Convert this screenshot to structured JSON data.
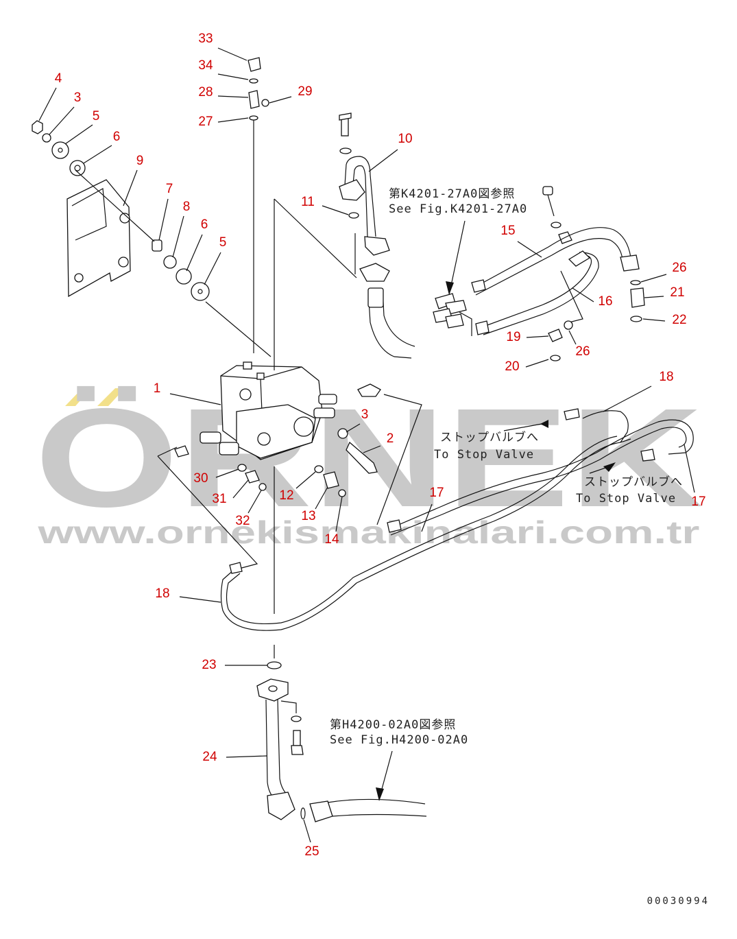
{
  "watermark": {
    "brand": "ÖRNEK",
    "url": "www.ornekismakinalari.com.tr",
    "color": "#c9c9c9",
    "accent_color": "#f2e08a"
  },
  "callout_color": "#d00000",
  "document_id": "00030994",
  "references": [
    {
      "jp": "第K4201-27A0図参照",
      "en": "See Fig.K4201-27A0"
    },
    {
      "jp": "第H4200-02A0図参照",
      "en": "See Fig.H4200-02A0"
    }
  ],
  "destinations": [
    {
      "jp": "ストップバルブへ",
      "en": "To Stop Valve"
    },
    {
      "jp": "ストップバルブへ",
      "en": "To Stop Valve"
    }
  ],
  "part_labels": [
    "33",
    "34",
    "28",
    "29",
    "27",
    "4",
    "3",
    "5",
    "6",
    "9",
    "7",
    "8",
    "6",
    "5",
    "10",
    "11",
    "15",
    "26",
    "21",
    "16",
    "22",
    "19",
    "26",
    "20",
    "1",
    "18",
    "3",
    "2",
    "30",
    "31",
    "32",
    "12",
    "13",
    "14",
    "17",
    "17",
    "18",
    "23",
    "24",
    "25"
  ]
}
